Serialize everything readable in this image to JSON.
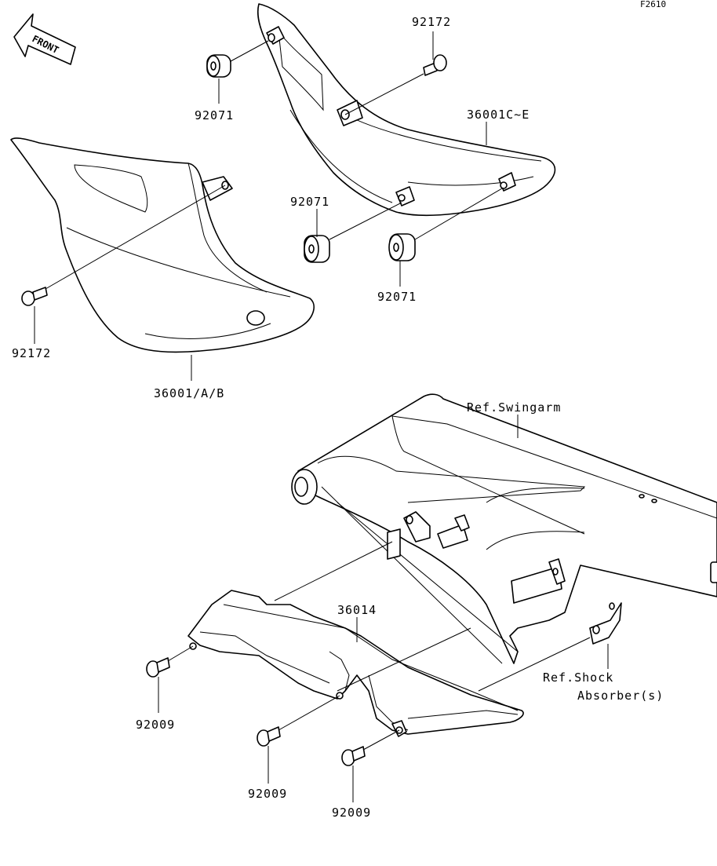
{
  "figure_code": "F2610",
  "front_label": "FRONT",
  "labels": {
    "p92172_top": "92172",
    "p92071_top": "92071",
    "p36001c": "36001C~E",
    "p92071_mid": "92071",
    "p92071_low": "92071",
    "p92172_left": "92172",
    "p36001ab": "36001/A/B",
    "ref_swingarm": "Ref.Swingarm",
    "p36014": "36014",
    "ref_shock_1": "Ref.Shock",
    "ref_shock_2": "Absorber(s)",
    "p92009_a": "92009",
    "p92009_b": "92009",
    "p92009_c": "92009"
  }
}
